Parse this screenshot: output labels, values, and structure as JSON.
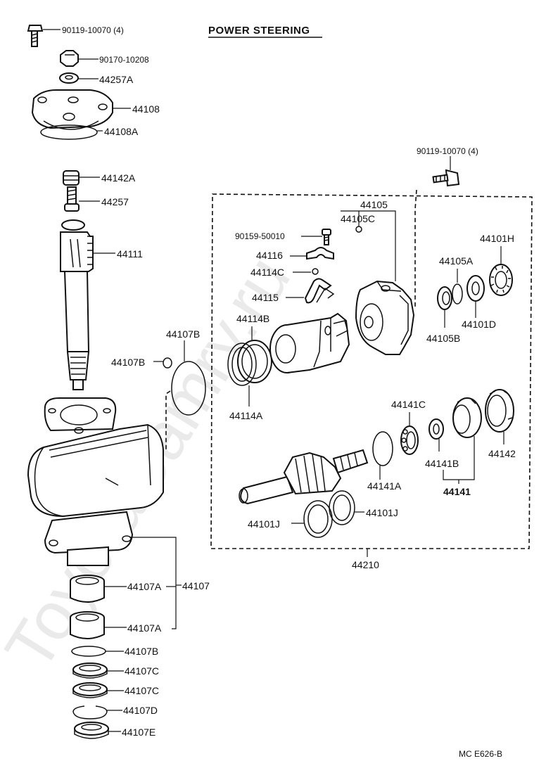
{
  "title": "POWER STEERING",
  "watermark": "ToyotaCamry.ru",
  "diagram_code": "MC  E626-B",
  "labels": {
    "bolt_top": "90119-10070 (4)",
    "nut_top": "90170-10208",
    "p44257A": "44257A",
    "p44108": "44108",
    "p44108A": "44108A",
    "p44142A": "44142A",
    "p44257": "44257",
    "p44111": "44111",
    "p44107B_upper": "44107B",
    "p44107B_upper2": "44107B",
    "p44107A_1": "44107A",
    "p44107A_2": "44107A",
    "p44107": "44107",
    "p44107B_lower": "44107B",
    "p44107C_1": "44107C",
    "p44107C_2": "44107C",
    "p44107D": "44107D",
    "p44107E": "44107E",
    "bolt_right": "90119-10070 (4)",
    "p44105": "44105",
    "p44105C": "44105C",
    "p90159": "90159-50010",
    "p44116": "44116",
    "p44114C": "44114C",
    "p44115": "44115",
    "p44114B": "44114B",
    "p44114A": "44114A",
    "p44101H": "44101H",
    "p44105A": "44105A",
    "p44105B": "44105B",
    "p44101D": "44101D",
    "p44141C": "44141C",
    "p44141A": "44141A",
    "p44141B": "44141B",
    "p44141": "44141",
    "p44142": "44142",
    "p44101J_left": "44101J",
    "p44101J_right": "44101J",
    "p44210": "44210"
  }
}
